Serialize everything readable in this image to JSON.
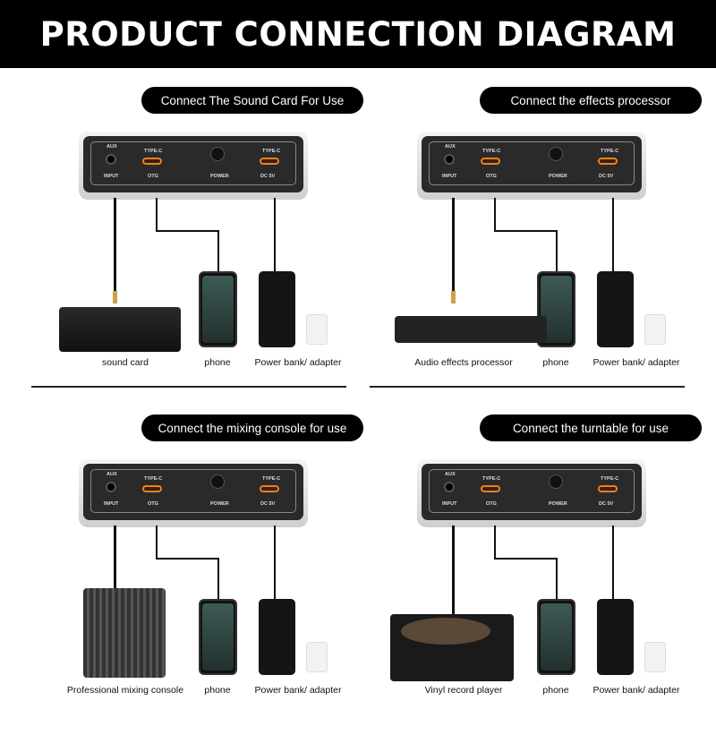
{
  "title": "PRODUCT CONNECTION DIAGRAM",
  "device_panel": {
    "aux": "AUX",
    "input": "INPUT",
    "type_c": "TYPE-C",
    "otg": "OTG",
    "power": "POWER",
    "dc": "DC 5V"
  },
  "sections": [
    {
      "heading": "Connect The Sound Card For Use",
      "source_label": "sound card",
      "source_icon": "sound-card-icon",
      "phone_label": "phone",
      "power_label": "Power bank/ adapter"
    },
    {
      "heading": "Connect the effects processor",
      "source_label": "Audio effects processor",
      "source_icon": "effects-processor-icon",
      "phone_label": "phone",
      "power_label": "Power bank/ adapter"
    },
    {
      "heading": "Connect the mixing console for use",
      "source_label": "Professional mixing console",
      "source_icon": "mixing-console-icon",
      "phone_label": "phone",
      "power_label": "Power bank/ adapter"
    },
    {
      "heading": "Connect the turntable for use",
      "source_label": "Vinyl record player",
      "source_icon": "turntable-icon",
      "phone_label": "phone",
      "power_label": "Power bank/ adapter"
    }
  ]
}
